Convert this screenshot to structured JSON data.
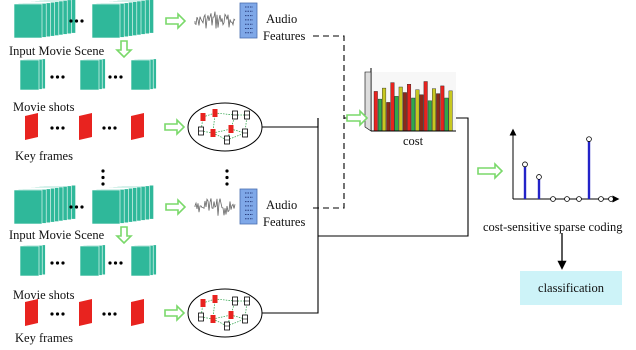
{
  "labels": {
    "input_scene": "Input Movie Scene",
    "movie_shots": "Movie shots",
    "key_frames": "Key frames",
    "audio": "Audio",
    "features": "Features",
    "cost": "cost",
    "coding": "cost-sensitive sparse coding",
    "classification": "classification"
  },
  "colors": {
    "movie_frame": "#2fb89a",
    "key_frame": "#e8231f",
    "arrow_green": "#7ad96a",
    "audio_feature_box": "#7fa8e8",
    "classification_bg": "#cdf3f8",
    "sparse_stem": "#2323c8",
    "waveform": "#666666"
  },
  "cost_chart": {
    "bar_colors": [
      "#e8231f",
      "#2fa84a",
      "#c8c820",
      "#8b2a1a"
    ]
  },
  "sparse_coding": {
    "coefficients": [
      0.55,
      0.35,
      0,
      0,
      0,
      0.95,
      0,
      0
    ]
  },
  "icons": {
    "ellipsis": "horizontal-dots",
    "vertical_ellipsis": "vertical-dots"
  }
}
